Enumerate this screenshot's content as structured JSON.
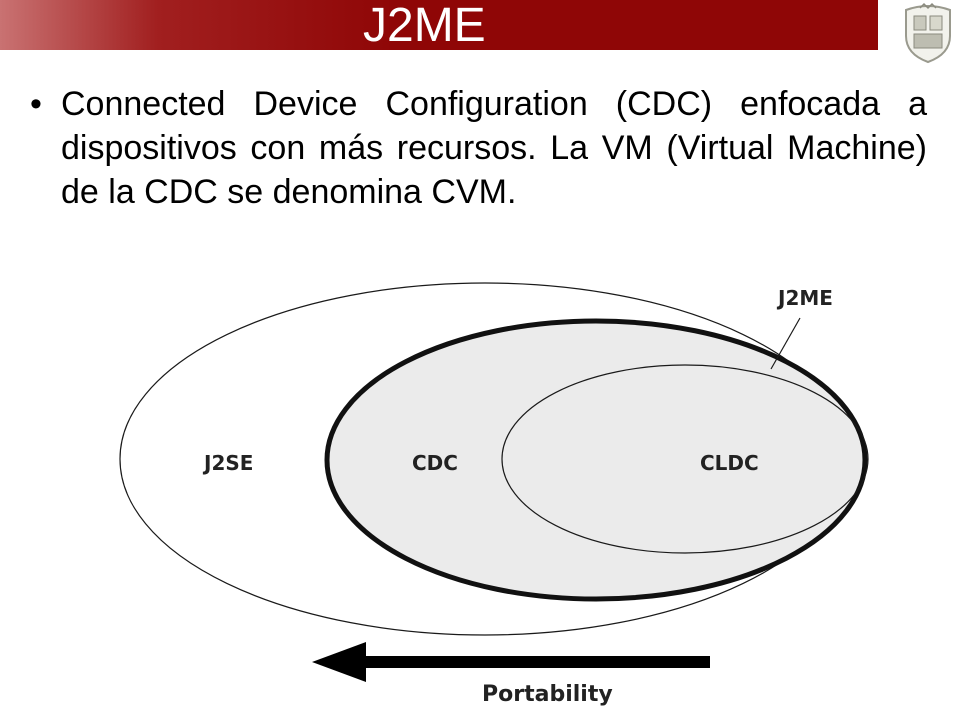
{
  "slide": {
    "title": "J2ME",
    "bullet_text": "Connected Device Configuration (CDC) enfocada a dispositivos con más recursos. La VM (Virtual Machine) de la CDC se denomina CVM."
  },
  "logo": {
    "icon": "university-crest-icon"
  },
  "diagram": {
    "labels": {
      "j2me": "J2ME",
      "j2se": "J2SE",
      "cdc": "CDC",
      "cldc": "CLDC",
      "portability": "Portability"
    },
    "arrow_direction": "left",
    "colors": {
      "title_bar": "#8f0606",
      "cdc_fill": "#ebebeb",
      "stroke": "#1a1a1a"
    }
  }
}
